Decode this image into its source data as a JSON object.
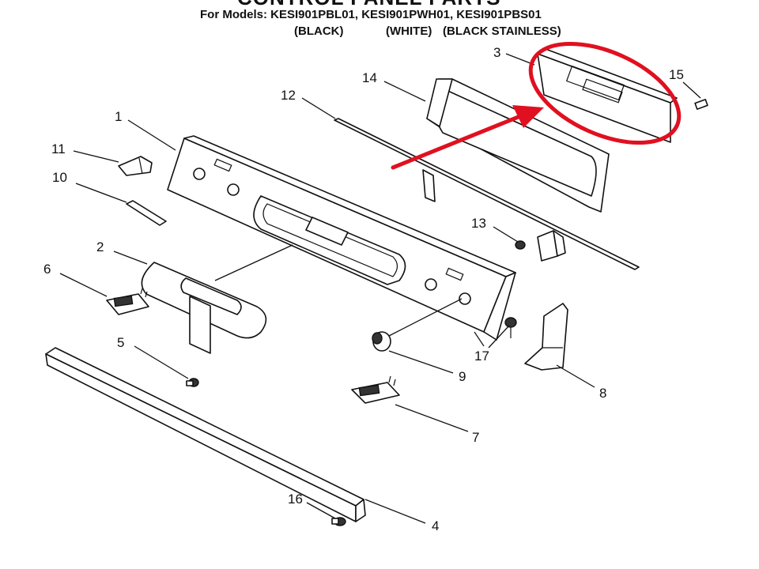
{
  "header": {
    "title": "CONTROL PANEL PARTS",
    "models_line": "For Models: KESI901PBL01, KESI901PWH01, KESI901PBS01",
    "colors": [
      "(BLACK)",
      "(WHITE)",
      "(BLACK STAINLESS)"
    ]
  },
  "callouts": [
    "1",
    "2",
    "3",
    "4",
    "5",
    "6",
    "7",
    "8",
    "9",
    "10",
    "11",
    "12",
    "13",
    "14",
    "15",
    "16",
    "17"
  ],
  "highlight_color": "#e01020"
}
